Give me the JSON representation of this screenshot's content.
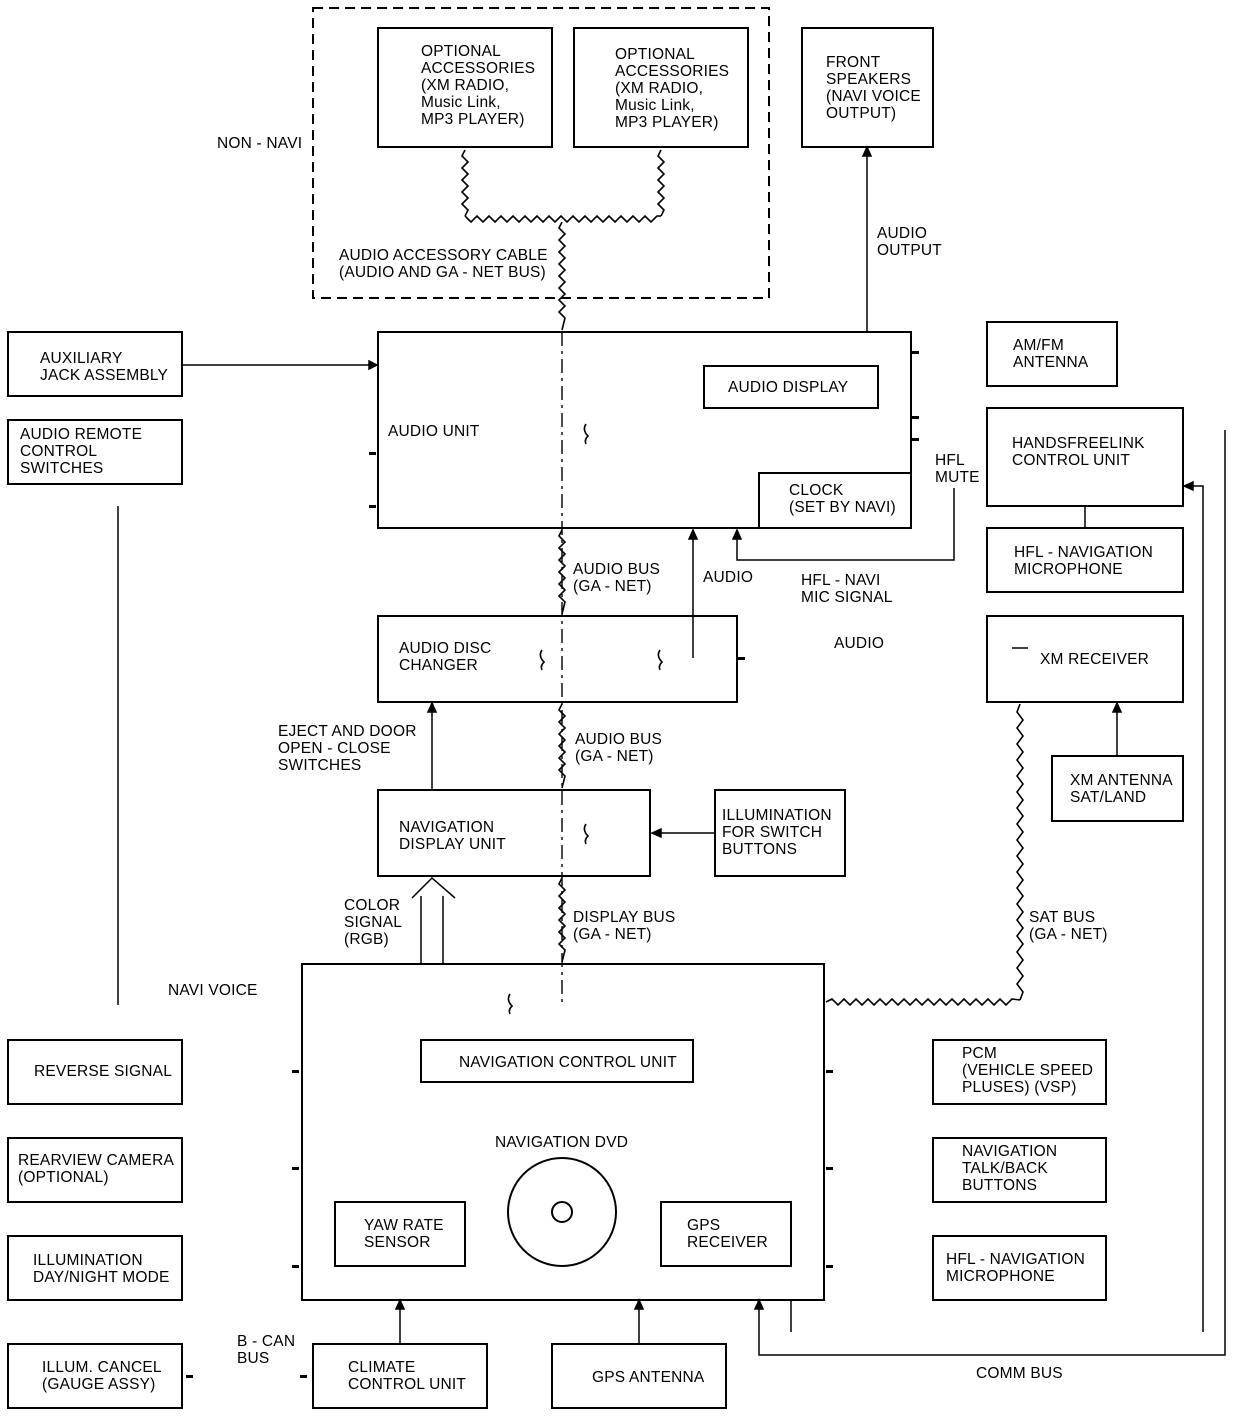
{
  "blocks": {
    "optional_acc_1": "OPTIONAL\nACCESSORIES\n(XM RADIO,\nMusic Link,\nMP3 PLAYER)",
    "optional_acc_2": "OPTIONAL\nACCESSORIES\n(XM RADIO,\nMusic Link,\nMP3 PLAYER)",
    "front_speakers": "FRONT\nSPEAKERS\n(NAVI VOICE\nOUTPUT)",
    "auxiliary_jack": "AUXILIARY\nJACK ASSEMBLY",
    "audio_remote": "AUDIO REMOTE\nCONTROL\nSWITCHES",
    "audio_unit": "AUDIO UNIT",
    "audio_display": "AUDIO DISPLAY",
    "clock": "CLOCK\n(SET BY NAVI)",
    "am_fm_antenna": "AM/FM\nANTENNA",
    "handsfreelink": "HANDSFREELINK\nCONTROL UNIT",
    "hfl_nav_mic_top": "HFL - NAVIGATION\nMICROPHONE",
    "audio_disc_changer": "AUDIO DISC\nCHANGER",
    "xm_receiver": "XM RECEIVER",
    "xm_antenna": "XM ANTENNA\nSAT/LAND",
    "navigation_display": "NAVIGATION\nDISPLAY UNIT",
    "illumination_switch": "ILLUMINATION\nFOR SWITCH\nBUTTONS",
    "navigation_control": "NAVIGATION CONTROL UNIT",
    "navigation_dvd": "NAVIGATION DVD",
    "yaw_rate": "YAW RATE\nSENSOR",
    "gps_receiver": "GPS\nRECEIVER",
    "reverse_signal": "REVERSE SIGNAL",
    "rearview_camera": "REARVIEW CAMERA\n(OPTIONAL)",
    "illumination_day_night": "ILLUMINATION\nDAY/NIGHT MODE",
    "illum_cancel": "ILLUM. CANCEL\n(GAUGE ASSY)",
    "pcm": "PCM\n(VEHICLE SPEED\nPLUSES) (VSP)",
    "nav_talk_back": "NAVIGATION\nTALK/BACK\nBUTTONS",
    "hfl_nav_mic_bottom": "HFL - NAVIGATION\nMICROPHONE",
    "climate_control": "CLIMATE\nCONTROL UNIT",
    "gps_antenna": "GPS ANTENNA"
  },
  "labels": {
    "non_navi": "NON - NAVI",
    "audio_accessory_cable": "AUDIO ACCESSORY CABLE\n(AUDIO AND GA - NET BUS)",
    "audio_output": "AUDIO\nOUTPUT",
    "hfl_mute": "HFL\nMUTE",
    "audio_bus_1": "AUDIO BUS\n(GA - NET)",
    "audio_label_1": "AUDIO",
    "hfl_navi_mic_signal": "HFL - NAVI\nMIC SIGNAL",
    "audio_label_2": "AUDIO",
    "eject_door": "EJECT AND DOOR\nOPEN - CLOSE\nSWITCHES",
    "audio_bus_2": "AUDIO BUS\n(GA - NET)",
    "color_signal": "COLOR\nSIGNAL\n(RGB)",
    "display_bus": "DISPLAY BUS\n(GA - NET)",
    "sat_bus": "SAT BUS\n(GA - NET)",
    "navi_voice": "NAVI VOICE",
    "b_can_bus": "B - CAN\nBUS",
    "comm_bus": "COMM BUS"
  }
}
